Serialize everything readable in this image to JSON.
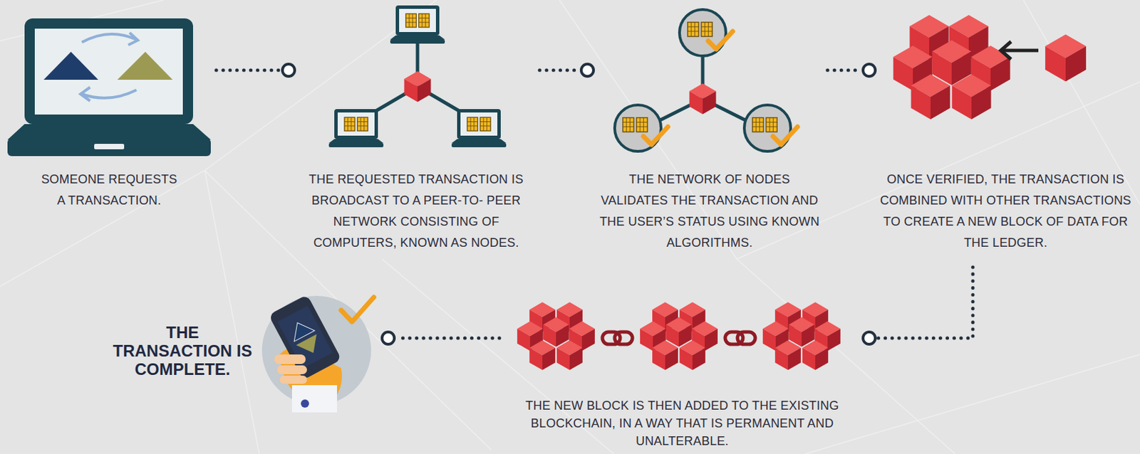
{
  "diagram": {
    "nodes": [
      {
        "text": [
          "SOMEONE REQUESTS A TRANSACTION."
        ]
      },
      {
        "text": [
          "THE REQUESTED TRANSACTION IS BROADCAST TO A PEER-TO- PEER NETWORK CONSISTING OF COMPUTERS, KNOWN AS NODES."
        ]
      },
      {
        "text": [
          "THE NETWORK OF NODES VALIDATES THE TRANSACTION AND THE USER’S STATUS USING KNOWN ALGORITHMS."
        ]
      },
      {
        "text": [
          "ONCE VERIFIED, THE TRANSACTION IS COMBINED WITH OTHER TRANSACTIONS TO CREATE A NEW BLOCK OF DATA FOR THE LEDGER."
        ]
      },
      {
        "text": [
          "THE NEW BLOCK IS THEN ADDED TO THE EXISTING BLOCKCHAIN, IN A WAY THAT IS PERMANENT AND UNALTERABLE."
        ]
      },
      {
        "text": [
          "THE TRANSACTION IS COMPLETE."
        ]
      }
    ],
    "edges": [
      {
        "from": 0,
        "to": 1,
        "arrow": "to"
      },
      {
        "from": 1,
        "to": 2,
        "arrow": "to"
      },
      {
        "from": 2,
        "to": 3,
        "arrow": "to"
      },
      {
        "from": 3,
        "to": 4,
        "arrow": "to"
      },
      {
        "from": 4,
        "to": 5,
        "arrow": "to"
      }
    ]
  }
}
